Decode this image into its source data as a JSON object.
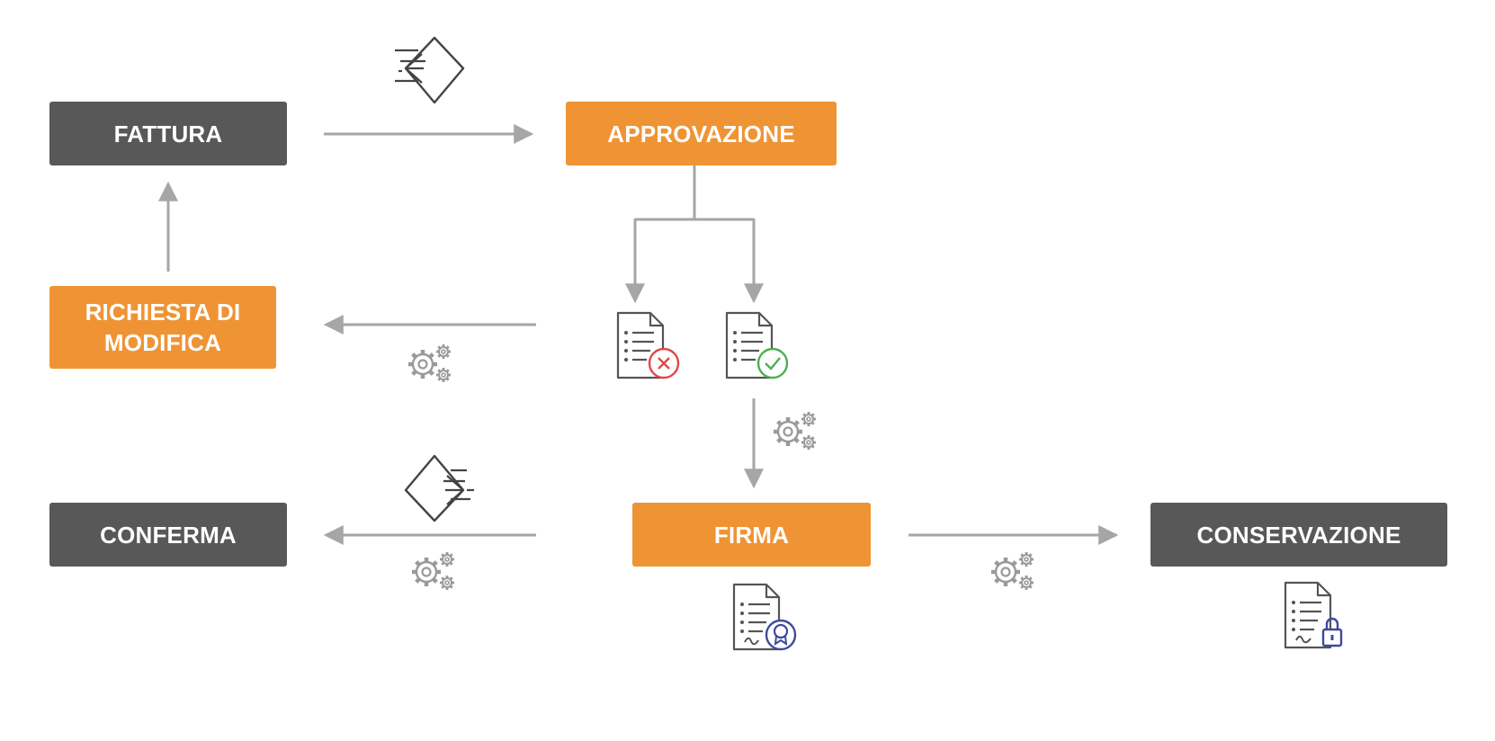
{
  "nodes": {
    "fattura": "FATTURA",
    "approvazione": "APPROVAZIONE",
    "richiesta_line1": "RICHIESTA DI",
    "richiesta_line2": "MODIFICA",
    "conferma": "CONFERMA",
    "firma": "FIRMA",
    "conservazione": "CONSERVAZIONE"
  },
  "colors": {
    "dark_box": "#585858",
    "orange_box": "#ef9434",
    "arrow": "#a6a6a6",
    "icon_stroke": "#555555",
    "gear": "#9a9a9a",
    "reject": "#e04848",
    "approve": "#4caf50",
    "seal": "#3d4aa0"
  },
  "icons": [
    "envelope-icon",
    "gears-icon",
    "document-rejected-icon",
    "document-approved-icon",
    "document-certified-icon",
    "document-locked-icon"
  ]
}
